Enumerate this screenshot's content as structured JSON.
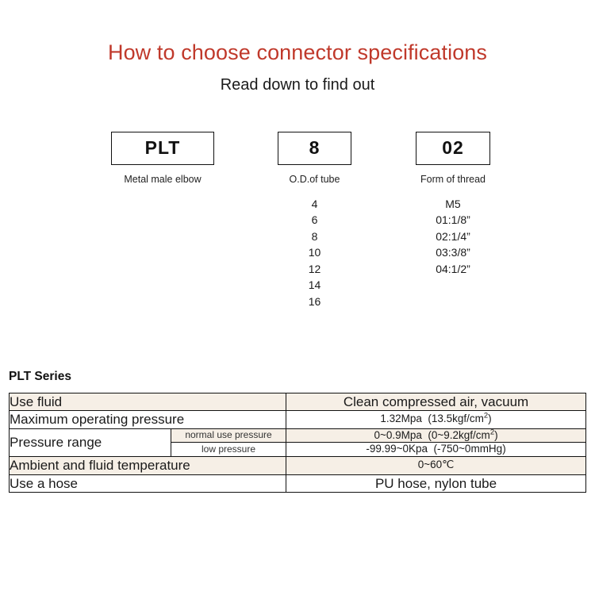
{
  "header": {
    "title": "How to choose connector specifications",
    "subtitle": "Read down to find out",
    "title_color": "#c0392b"
  },
  "code_breakdown": [
    {
      "code": "PLT",
      "caption": "Metal male elbow",
      "options": []
    },
    {
      "code": "8",
      "caption": "O.D.of tube",
      "options": [
        "4",
        "6",
        "8",
        "10",
        "12",
        "14",
        "16"
      ]
    },
    {
      "code": "02",
      "caption": "Form of thread",
      "options": [
        "M5",
        "01:1/8”",
        "02:1/4”",
        "03:3/8”",
        "04:1/2”"
      ]
    }
  ],
  "spec_section": {
    "series_label": "PLT Series",
    "tint_color": "#f6efe6",
    "rows": [
      {
        "label": "Use fluid",
        "sublabel": null,
        "value": "Clean compressed air, vacuum",
        "value_size": "big",
        "tint": true
      },
      {
        "label": "Maximum operating pressure",
        "sublabel": null,
        "value_parts": [
          "1.32Mpa  (13.5kgf/cm",
          "2",
          ")"
        ],
        "value": "1.32Mpa  (13.5kgf/cm2)",
        "value_size": "small",
        "tint": false
      },
      {
        "label": "Pressure range",
        "sublabel": "normal use pressure",
        "value_parts": [
          "0~0.9Mpa  (0~9.2kgf/cm",
          "2",
          ")"
        ],
        "value": "0~0.9Mpa  (0~9.2kgf/cm2)",
        "value_size": "small",
        "tint": true
      },
      {
        "label": null,
        "sublabel": "low pressure",
        "value": "-99.99~0Kpa  (-750~0mmHg)",
        "value_size": "small",
        "tint": false
      },
      {
        "label": "Ambient and fluid temperature",
        "sublabel": null,
        "value": "0~60℃",
        "value_size": "small",
        "tint": true
      },
      {
        "label": "Use a hose",
        "sublabel": null,
        "value": "PU hose, nylon tube",
        "value_size": "big",
        "tint": false
      }
    ]
  }
}
